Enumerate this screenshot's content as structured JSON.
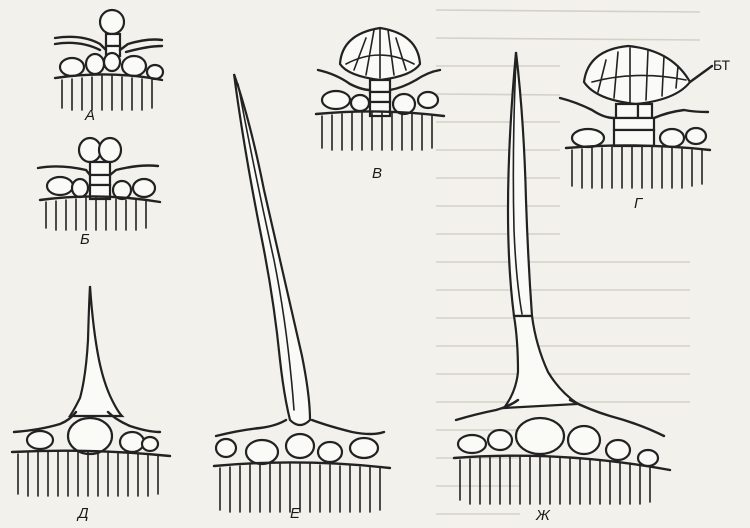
{
  "panels": [
    {
      "id": "A",
      "label": "А"
    },
    {
      "id": "B",
      "label": "Б"
    },
    {
      "id": "V",
      "label": "В"
    },
    {
      "id": "G",
      "label": "Г"
    },
    {
      "id": "D",
      "label": "Д"
    },
    {
      "id": "E",
      "label": "Е"
    },
    {
      "id": "Zh",
      "label": "Ж"
    }
  ],
  "callouts": [
    {
      "label": "БТ"
    }
  ]
}
